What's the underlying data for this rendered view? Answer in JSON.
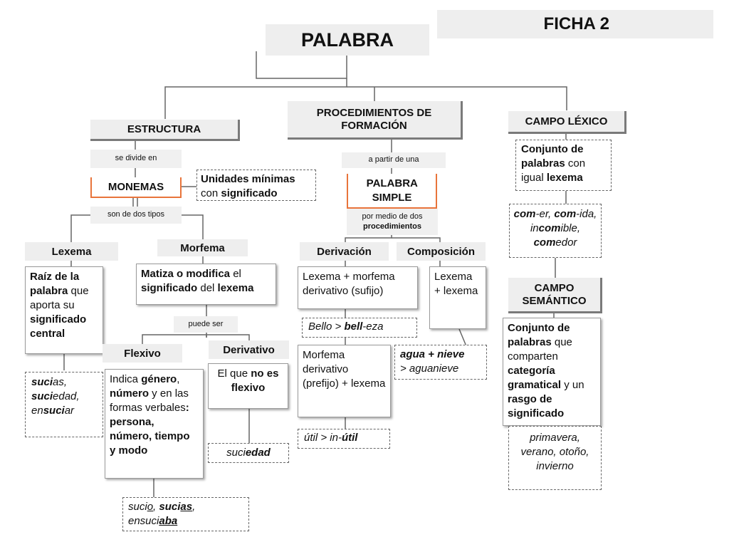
{
  "header": {
    "ficha": "FICHA 2",
    "root": "PALABRA"
  },
  "estructura": {
    "title": "ESTRUCTURA",
    "connector": "se divide en",
    "monemas": "MONEMAS",
    "monemas_def": [
      {
        "t": "Unidades mínimas",
        "b": true
      },
      {
        "t": " con "
      },
      {
        "t": "significado",
        "b": true
      }
    ],
    "types_connector": "son de dos tipos",
    "lexema": {
      "title": "Lexema",
      "def": [
        {
          "t": "Raíz de la palabra",
          "b": true
        },
        {
          "t": " que aporta su "
        },
        {
          "t": "significado central",
          "b": true
        }
      ],
      "example": [
        {
          "t": "suci",
          "b": true,
          "i": true
        },
        {
          "t": "as,",
          "i": true
        },
        {
          "br": true
        },
        {
          "t": "suci",
          "b": true,
          "i": true
        },
        {
          "t": "edad,",
          "i": true
        },
        {
          "br": true
        },
        {
          "t": "en",
          "i": true
        },
        {
          "t": "suci",
          "b": true,
          "i": true
        },
        {
          "t": "ar",
          "i": true
        }
      ]
    },
    "morfema": {
      "title": "Morfema",
      "def": [
        {
          "t": "Matiza o modifica",
          "b": true
        },
        {
          "t": " el "
        },
        {
          "t": "significado",
          "b": true
        },
        {
          "t": " del "
        },
        {
          "t": "lexema",
          "b": true
        }
      ],
      "connector": "puede ser",
      "flexivo": {
        "title": "Flexivo",
        "def": [
          {
            "t": "Indica "
          },
          {
            "t": "género",
            "b": true
          },
          {
            "t": ", "
          },
          {
            "t": "número",
            "b": true
          },
          {
            "t": " y en las formas verbales"
          },
          {
            "t": ": persona, número, tiempo y modo",
            "b": true
          }
        ],
        "example": [
          {
            "t": "suci",
            "i": true
          },
          {
            "t": "o",
            "i": true,
            "u": true
          },
          {
            "t": ", ",
            "i": true
          },
          {
            "t": "suci",
            "b": true,
            "i": true
          },
          {
            "t": "as",
            "b": true,
            "i": true,
            "u": true
          },
          {
            "t": ",",
            "i": true
          },
          {
            "br": true
          },
          {
            "t": "ensuci",
            "i": true
          },
          {
            "t": "aba",
            "b": true,
            "i": true,
            "u": true
          }
        ]
      },
      "derivativo": {
        "title": "Derivativo",
        "def": [
          {
            "t": "El que "
          },
          {
            "t": "no es flexivo",
            "b": true
          }
        ],
        "example": [
          {
            "t": "suci",
            "i": true
          },
          {
            "t": "edad",
            "b": true,
            "i": true
          }
        ]
      }
    }
  },
  "procedimientos": {
    "title": "PROCEDIMIENTOS DE FORMACIÓN",
    "connector": "a partir de una",
    "palabra_simple": "PALABRA SIMPLE",
    "medio": "por medio de dos",
    "medio_bold": "procedimientos",
    "derivacion": {
      "title": "Derivación",
      "sufijo": "Lexema + morfema derivativo (sufijo)",
      "sufijo_example": [
        {
          "t": "Bello > ",
          "i": true
        },
        {
          "t": "bell",
          "b": true,
          "i": true
        },
        {
          "t": "-eza",
          "i": true
        }
      ],
      "prefijo": "Morfema derivativo (prefijo) + lexema",
      "prefijo_example": [
        {
          "t": "útil > in-",
          "i": true
        },
        {
          "t": "útil",
          "b": true,
          "i": true
        }
      ]
    },
    "composicion": {
      "title": "Composición",
      "def": "Lexema + lexema",
      "example": [
        {
          "t": "agua + nieve",
          "b": true,
          "i": true
        },
        {
          "br": true
        },
        {
          "t": "> aguanieve",
          "i": true
        }
      ]
    }
  },
  "campo_lexico": {
    "title": "CAMPO LÉXICO",
    "def": [
      {
        "t": "Conjunto de palabras",
        "b": true
      },
      {
        "t": " con igual "
      },
      {
        "t": "lexema",
        "b": true
      }
    ],
    "example": [
      {
        "t": "com",
        "b": true,
        "i": true
      },
      {
        "t": "-er, ",
        "i": true
      },
      {
        "t": "com",
        "b": true,
        "i": true
      },
      {
        "t": "-ida, in",
        "i": true
      },
      {
        "t": "com",
        "b": true,
        "i": true
      },
      {
        "t": "ible, ",
        "i": true
      },
      {
        "t": "com",
        "b": true,
        "i": true
      },
      {
        "t": "edor",
        "i": true
      }
    ]
  },
  "campo_semantico": {
    "title": "CAMPO SEMÁNTICO",
    "def": [
      {
        "t": "Conjunto de palabras",
        "b": true
      },
      {
        "t": " que comparten "
      },
      {
        "t": "categoría gramatical",
        "b": true
      },
      {
        "t": " y un "
      },
      {
        "t": "rasgo de significado",
        "b": true
      }
    ],
    "example": "primavera, verano, otoño, invierno"
  },
  "colors": {
    "accent": "#e8743b",
    "header_fill": "#eeeeee",
    "line": "#666666"
  }
}
